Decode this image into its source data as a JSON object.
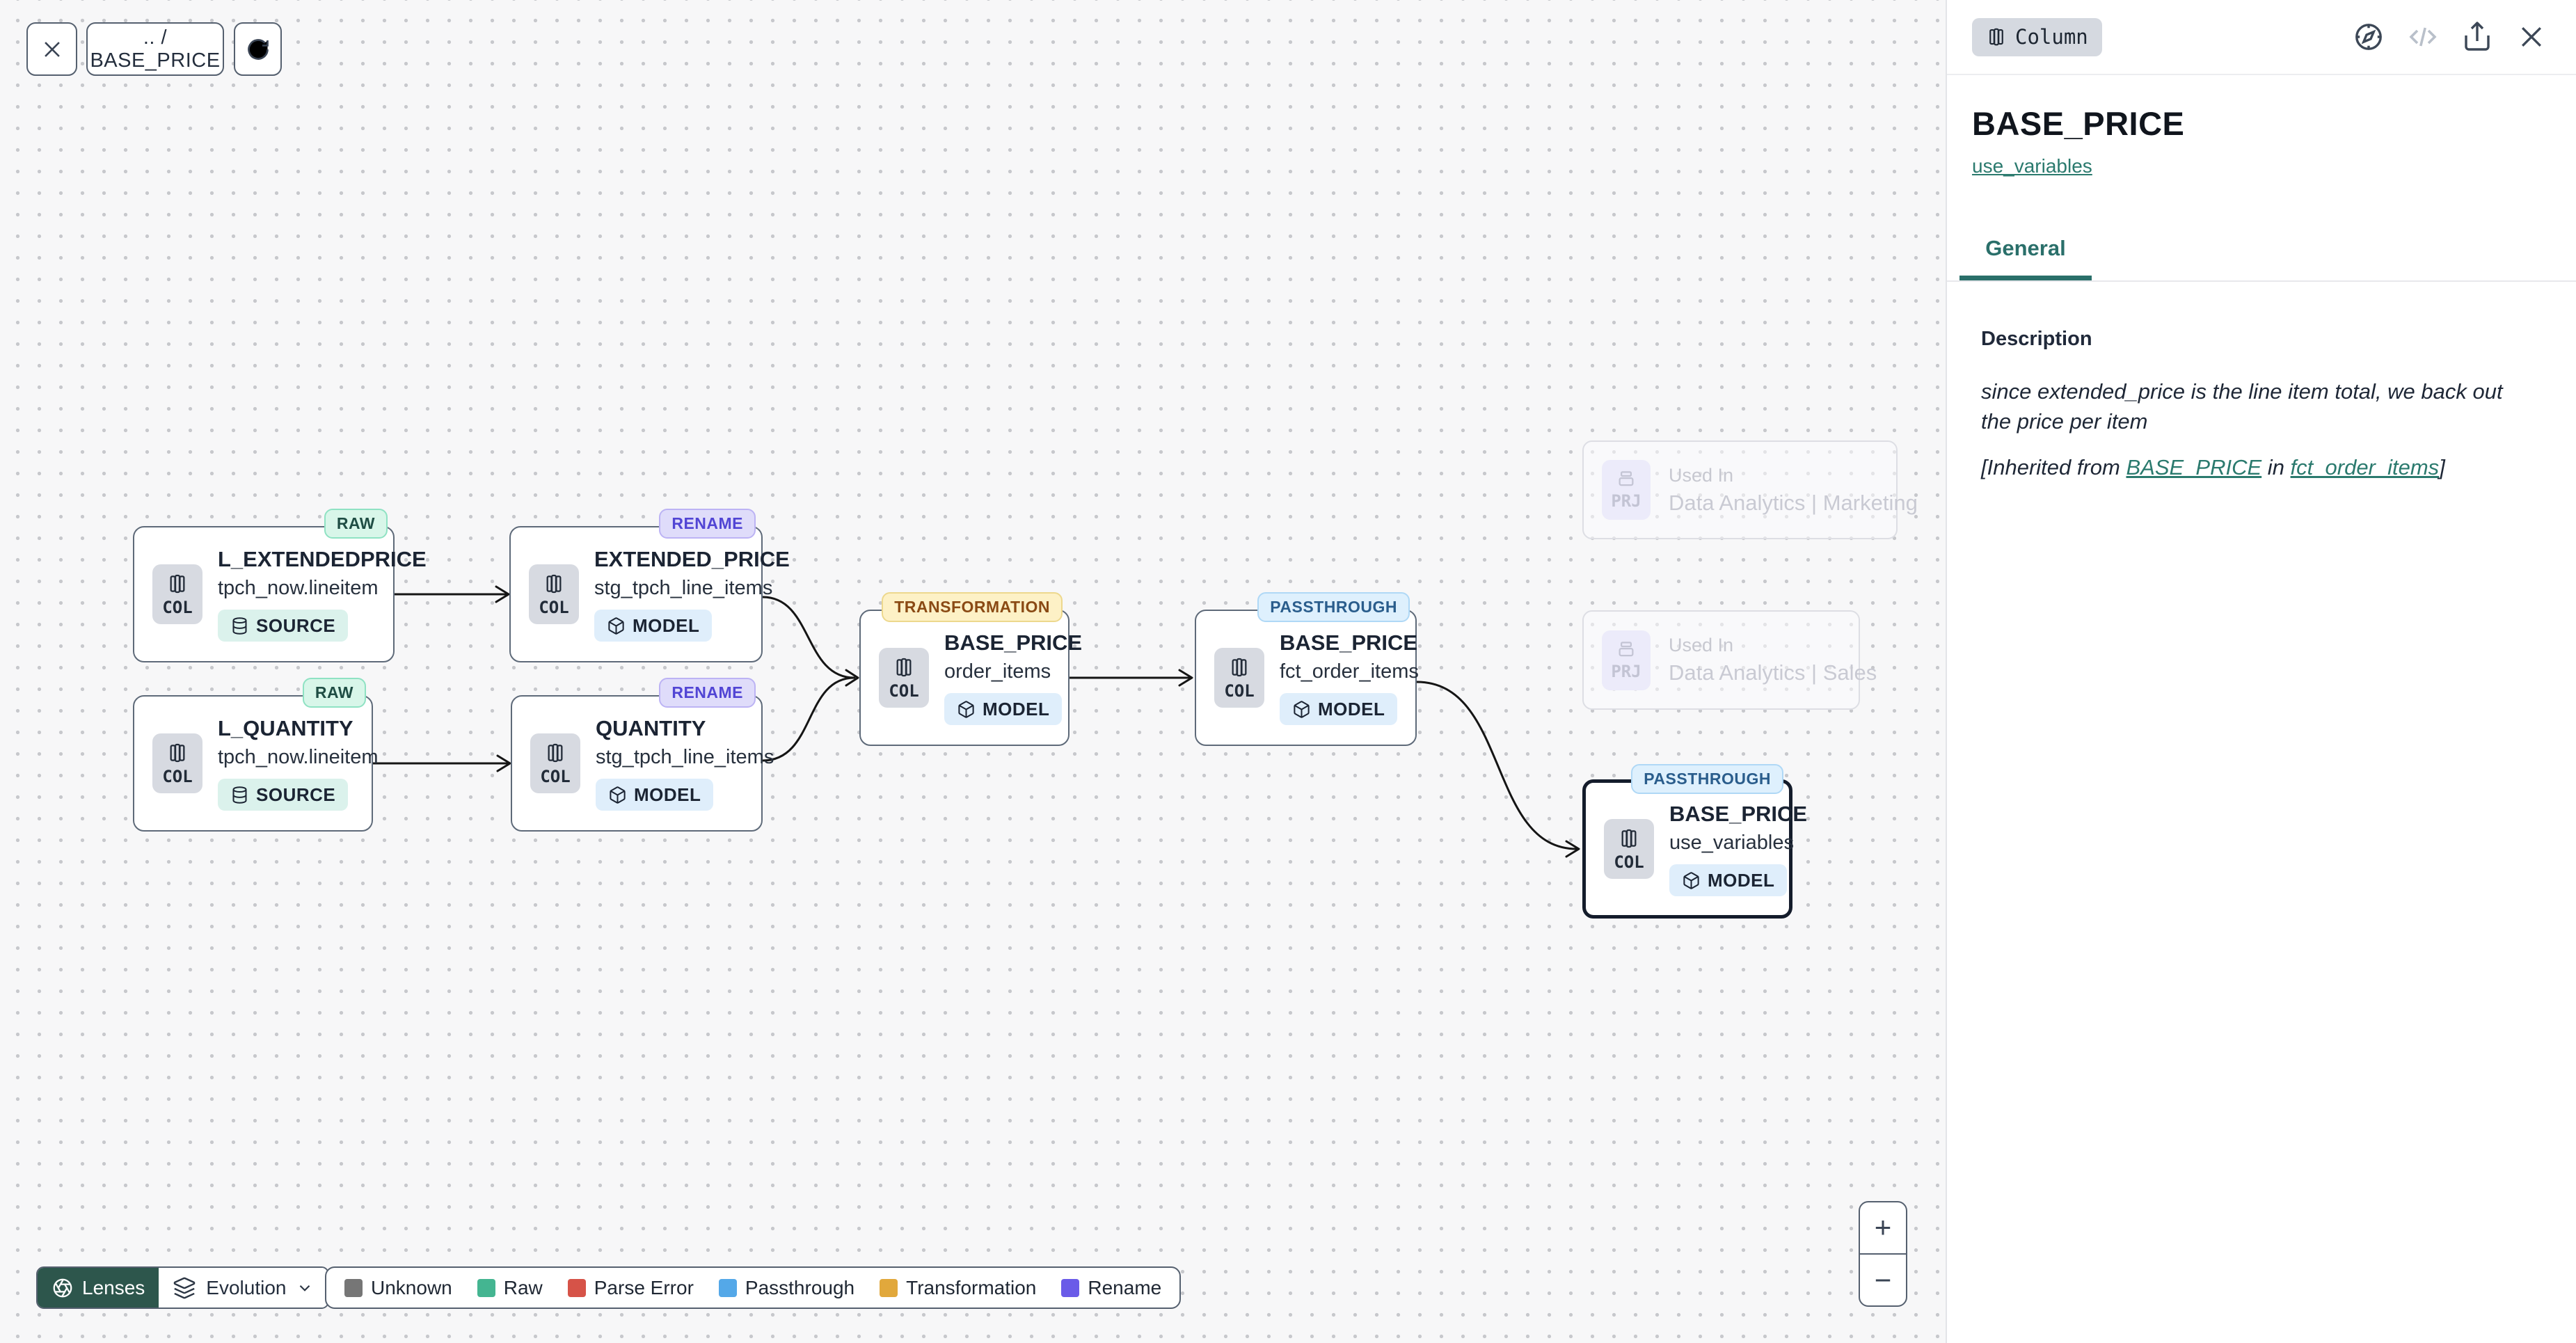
{
  "toolbar": {
    "breadcrumb": ".. / BASE_PRICE"
  },
  "canvas": {
    "nodes": [
      {
        "badge": "RAW",
        "title": "L_EXTENDEDPRICE",
        "subtitle": "tpch_now.lineitem",
        "type": "SOURCE",
        "kind": "COL"
      },
      {
        "badge": "RENAME",
        "title": "EXTENDED_PRICE",
        "subtitle": "stg_tpch_line_items",
        "type": "MODEL",
        "kind": "COL"
      },
      {
        "badge": "RAW",
        "title": "L_QUANTITY",
        "subtitle": "tpch_now.lineitem",
        "type": "SOURCE",
        "kind": "COL"
      },
      {
        "badge": "RENAME",
        "title": "QUANTITY",
        "subtitle": "stg_tpch_line_items",
        "type": "MODEL",
        "kind": "COL"
      },
      {
        "badge": "TRANSFORMATION",
        "title": "BASE_PRICE",
        "subtitle": "order_items",
        "type": "MODEL",
        "kind": "COL"
      },
      {
        "badge": "PASSTHROUGH",
        "title": "BASE_PRICE",
        "subtitle": "fct_order_items",
        "type": "MODEL",
        "kind": "COL"
      },
      {
        "badge": "PASSTHROUGH",
        "title": "BASE_PRICE",
        "subtitle": "use_variables",
        "type": "MODEL",
        "kind": "COL"
      }
    ],
    "faded_nodes": [
      {
        "label": "Used In",
        "name": "Data Analytics | Marketing",
        "kind": "PRJ"
      },
      {
        "label": "Used In",
        "name": "Data Analytics | Sales",
        "kind": "PRJ"
      }
    ],
    "lenses": {
      "lenses_label": "Lenses",
      "mode_label": "Evolution"
    },
    "legend": [
      {
        "label": "Unknown",
        "color": "#767676"
      },
      {
        "label": "Raw",
        "color": "#44b591"
      },
      {
        "label": "Parse Error",
        "color": "#d65348"
      },
      {
        "label": "Passthrough",
        "color": "#54a8e8"
      },
      {
        "label": "Transformation",
        "color": "#e1a83c"
      },
      {
        "label": "Rename",
        "color": "#6a5be8"
      }
    ],
    "zoom_controls": {
      "zoom_in": "+",
      "zoom_out": "−"
    }
  },
  "panel": {
    "type_badge": "Column",
    "title": "BASE_PRICE",
    "model_link": "use_variables",
    "tabs": [
      {
        "label": "General",
        "active": true
      }
    ],
    "description": {
      "heading": "Description",
      "body": "since extended_price is the line item total, we back out the price per item",
      "inherited_prefix": "[Inherited from ",
      "inherited_link_column": "BASE_PRICE",
      "inherited_middle": " in ",
      "inherited_link_model": "fct_order_items",
      "inherited_suffix": "]"
    }
  },
  "colors": {
    "accent_teal": "#2a6f6a",
    "lenses_button_bg": "#2d564c",
    "edge": "#151515",
    "badge_raw_bg": "#d8f6e9",
    "badge_rename_bg": "#dfdcfa",
    "badge_transformation_bg": "#fdf1c6",
    "badge_passthrough_bg": "#def0fd"
  }
}
